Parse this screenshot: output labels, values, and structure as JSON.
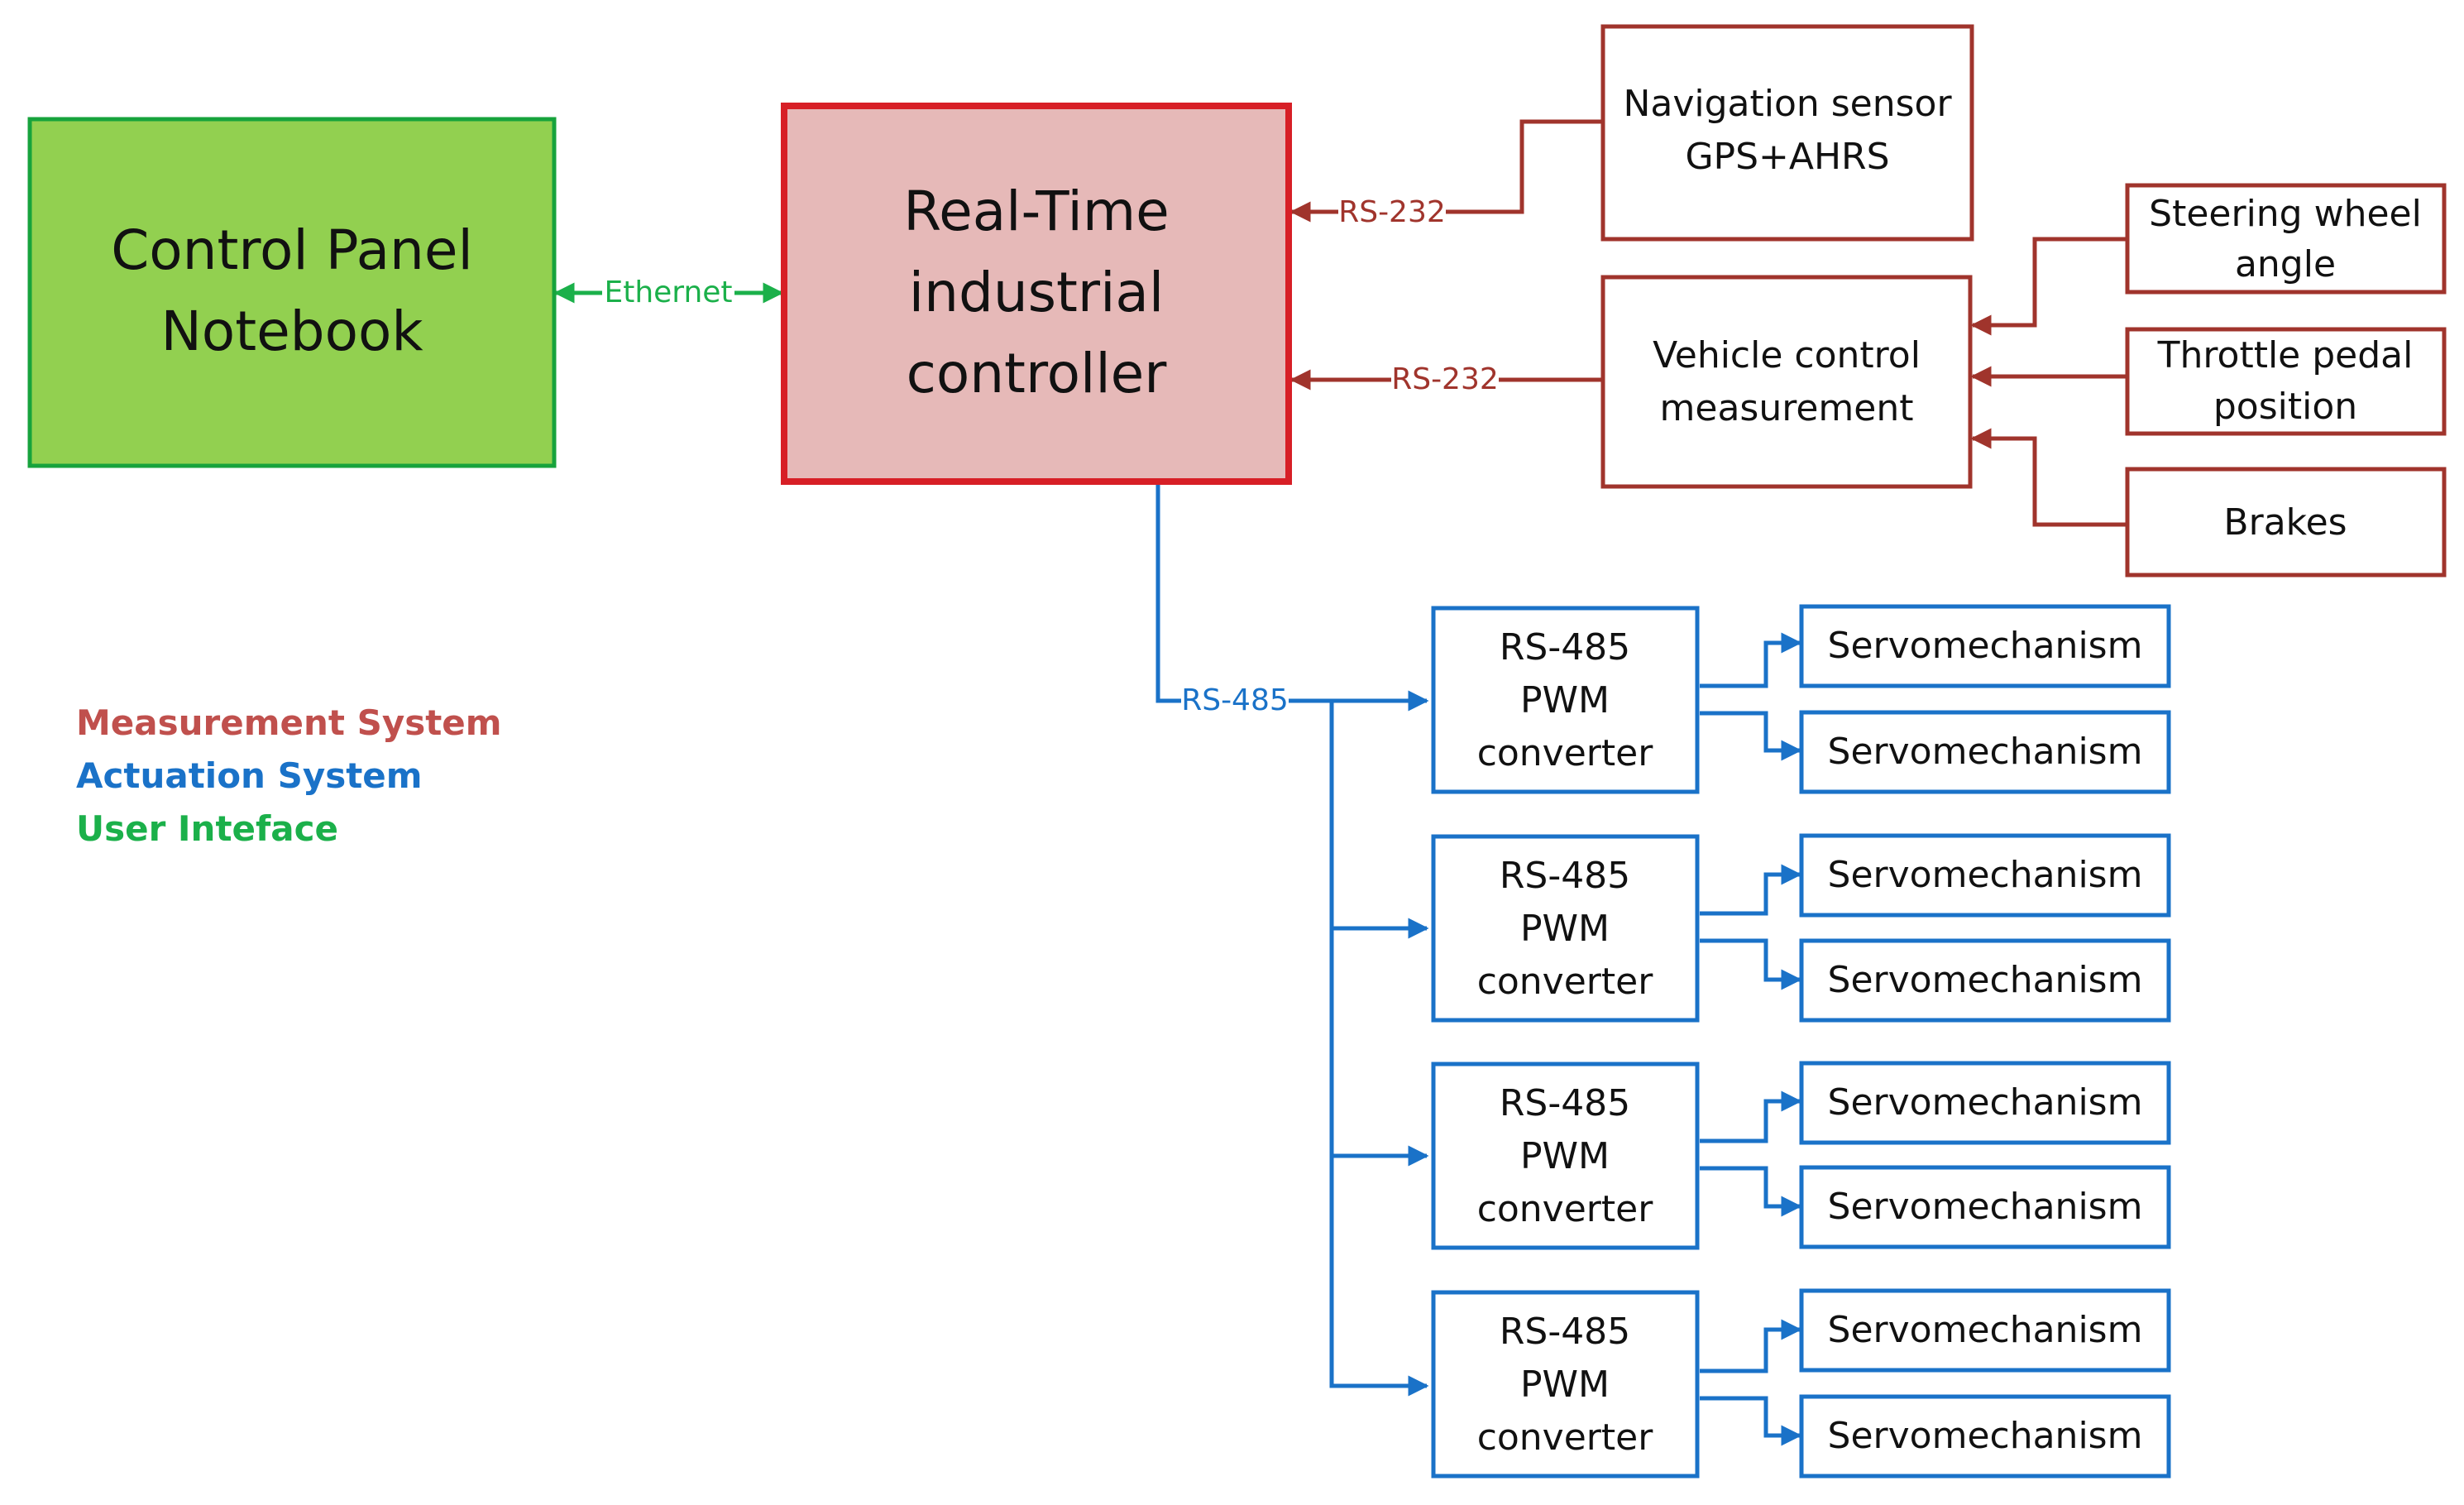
{
  "colors": {
    "measurement": "#a0342c",
    "actuation": "#1a72c8",
    "user_interface": "#1bb04a",
    "panel_fill": "#92d050",
    "panel_stroke": "#17a33c",
    "controller_fill": "#e6b9b8",
    "controller_stroke": "#d71f26"
  },
  "nodes": {
    "control_panel": {
      "line1": "Control Panel",
      "line2": "Notebook"
    },
    "controller": {
      "line1": "Real-Time",
      "line2": "industrial",
      "line3": "controller"
    },
    "nav_sensor": {
      "line1": "Navigation sensor",
      "line2": "GPS+AHRS"
    },
    "vehicle_control": {
      "line1": "Vehicle control",
      "line2": "measurement"
    },
    "steering": {
      "line1": "Steering wheel",
      "line2": "angle"
    },
    "throttle": {
      "line1": "Throttle pedal",
      "line2": "position"
    },
    "brakes": {
      "label": "Brakes"
    },
    "converter": {
      "line1": "RS-485",
      "line2": "PWM",
      "line3": "converter"
    },
    "servo": {
      "label": "Servomechanism"
    }
  },
  "edges": {
    "ethernet": "Ethernet",
    "rs232_nav": "RS-232",
    "rs232_vehicle": "RS-232",
    "rs485": "RS-485"
  },
  "legend": {
    "measurement": "Measurement System",
    "actuation": "Actuation System",
    "user_interface": "User Inteface"
  }
}
